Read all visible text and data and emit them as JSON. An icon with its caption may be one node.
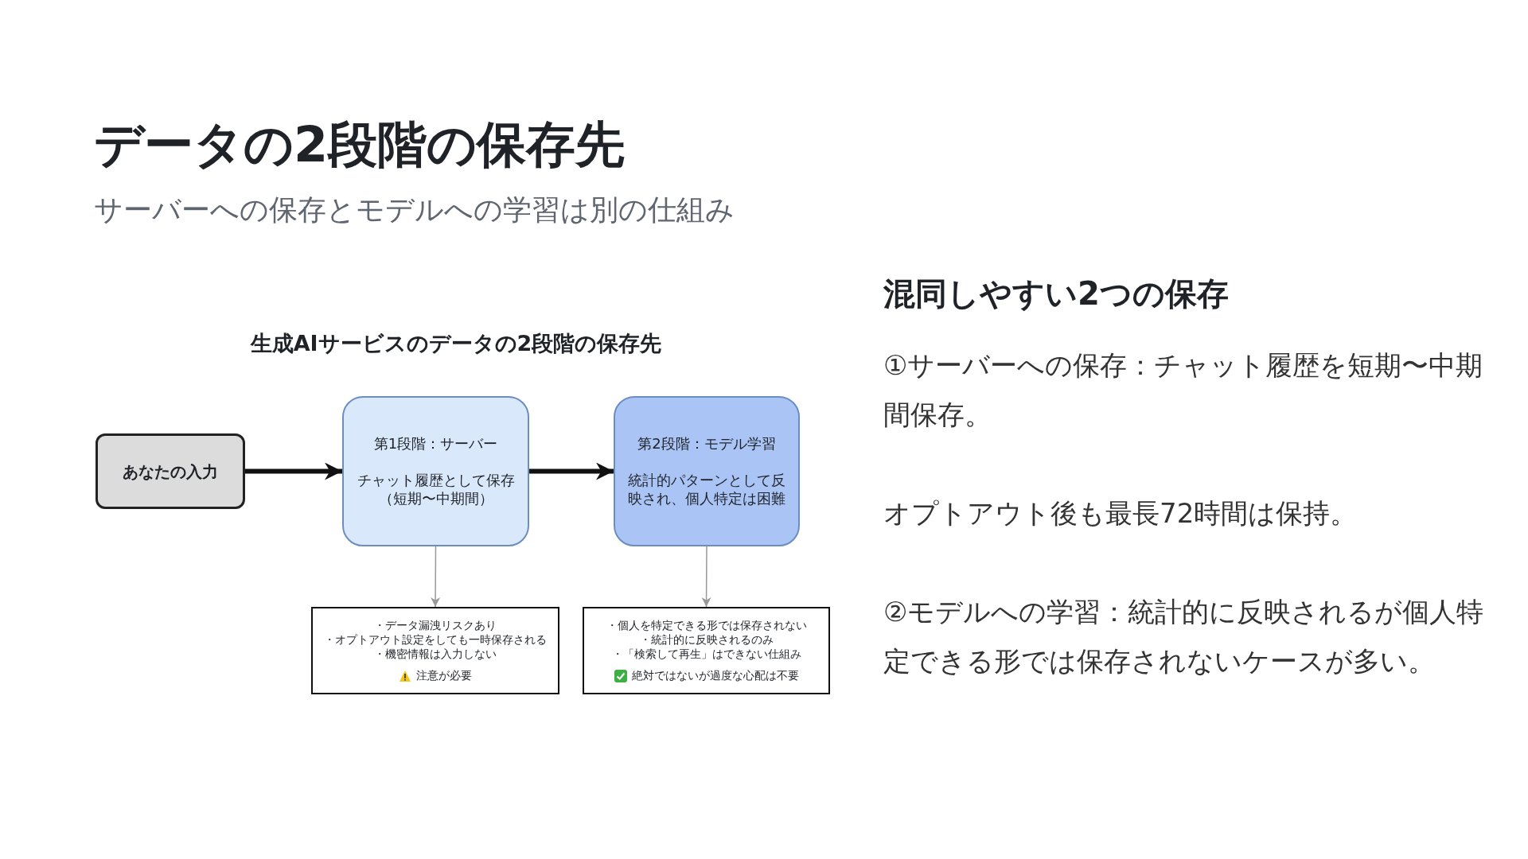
{
  "diagram": {
    "title": "データの2段階の保存先",
    "nodes": [
      {
        "text": [
          "あなたの入力"
        ]
      },
      {
        "text": [
          "第1段階：サーバー",
          "チャット履歴として保存（短期〜中期間）"
        ]
      },
      {
        "text": [
          "第2段階：モデル学習",
          "統計的パターンとして反映され、個人特定は困難"
        ]
      },
      {
        "text": [
          "・データ漏洩リスクあり",
          "・オプトアウト設定をしても一時保存される",
          "・機密情報は入力しない",
          "注意が必要"
        ]
      },
      {
        "text": [
          "・個人を特定できる形では保存されない",
          "・統計的に反映されるのみ",
          "・「検索して再生」はできない仕組み",
          "絶対ではないが過度な心配は不要"
        ]
      }
    ],
    "edges": [
      {
        "from": 0,
        "to": 1,
        "arrow": "to",
        "style": "thick"
      },
      {
        "from": 1,
        "to": 2,
        "arrow": "to",
        "style": "thick"
      },
      {
        "from": 1,
        "to": 3,
        "arrow": "to",
        "color": "#999999"
      },
      {
        "from": 2,
        "to": 4,
        "arrow": "to",
        "color": "#999999"
      }
    ],
    "labels": [
      "サーバーへの保存とモデルへの学習は別の仕組み",
      "生成AIサービスのデータの2段階の保存先",
      "混同しやすい2つの保存",
      "①サーバーへの保存：チャット履歴を短期〜中期間保存。",
      "オプトアウト後も最長72時間は保持。",
      "②モデルへの学習：統計的に反映されるが個人特定できる形では保存されないケースが多い。"
    ]
  }
}
